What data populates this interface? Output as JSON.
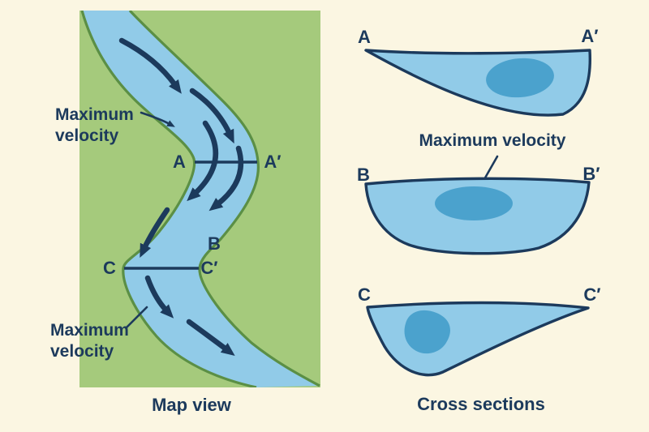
{
  "colors": {
    "background": "#FBF6E2",
    "land": "#A5CA7C",
    "bank": "#5B8F45",
    "river": "#91CBE8",
    "velocity": "#4BA2CD",
    "ink": "#1C3A5C"
  },
  "map": {
    "caption": "Map view",
    "max_velocity_top": [
      "Maximum",
      "velocity"
    ],
    "max_velocity_bottom": [
      "Maximum",
      "velocity"
    ],
    "point_a": "A",
    "point_a_prime": "A′",
    "point_b": "B",
    "point_c": "C",
    "point_c_prime": "C′"
  },
  "sections": {
    "caption": "Cross sections",
    "max_velocity": "Maximum velocity",
    "a_left": "A",
    "a_right": "A′",
    "b_left": "B",
    "b_right": "B′",
    "c_left": "C",
    "c_right": "C′"
  }
}
